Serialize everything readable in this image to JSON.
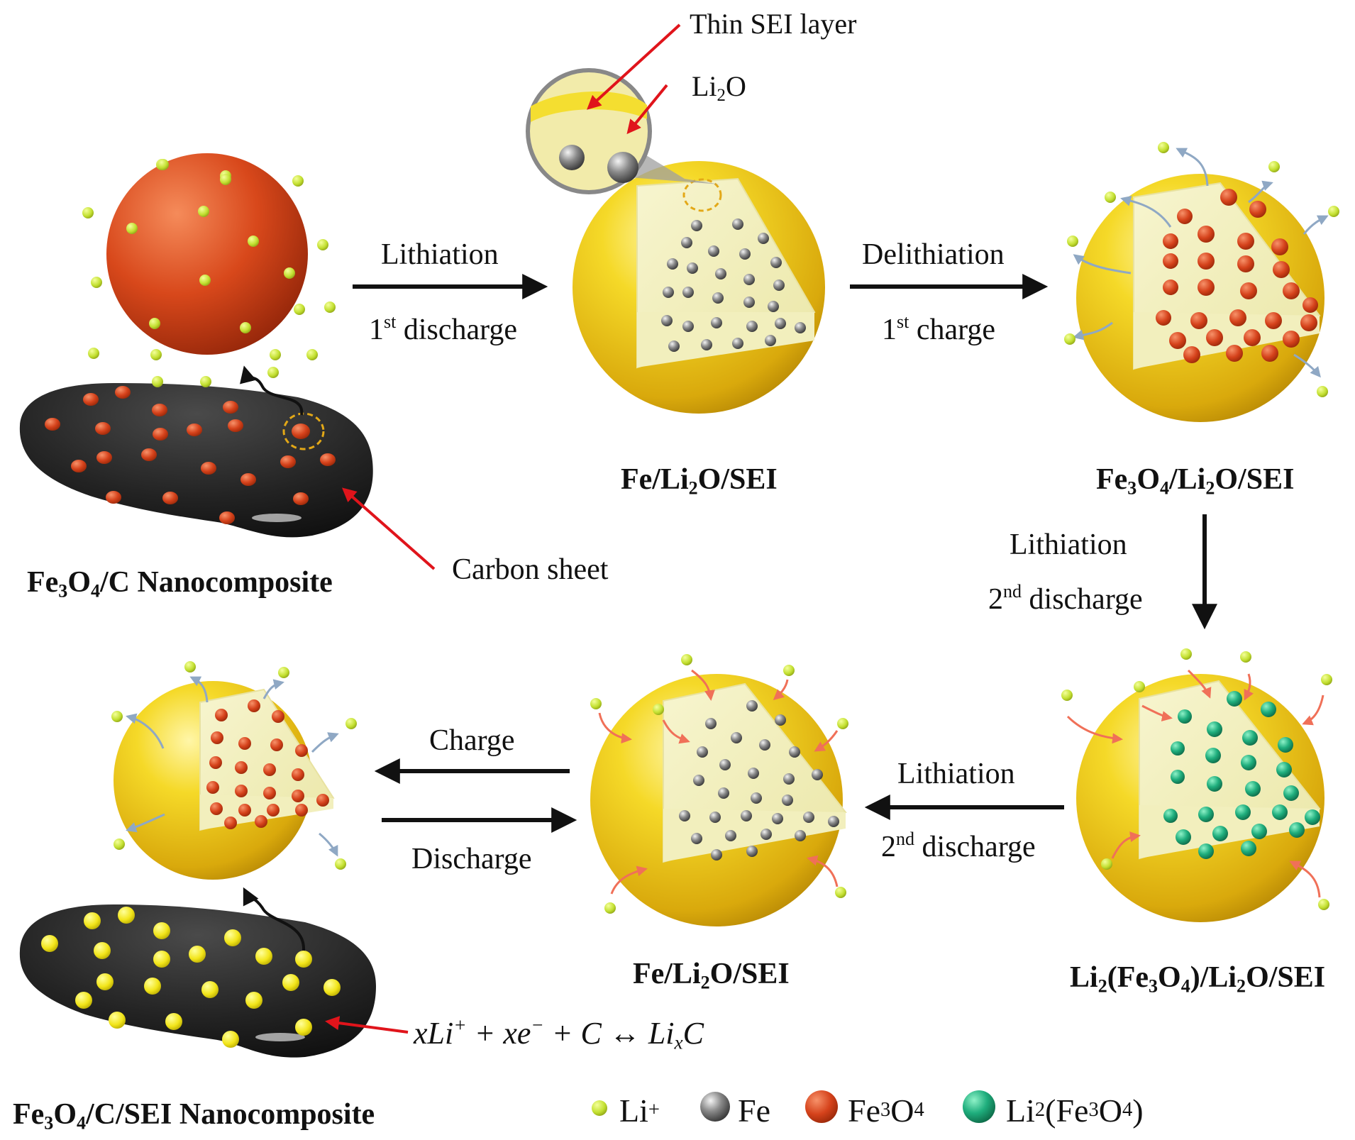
{
  "stage1": {
    "title_a": "Fe",
    "title_b": "3",
    "title_c": "O",
    "title_d": "4",
    "title_e": "/C Nanocomposite",
    "callout": "Carbon sheet"
  },
  "arrow1": {
    "top": "Lithiation",
    "bottom_a": "1",
    "bottom_b": "st",
    "bottom_c": " discharge"
  },
  "stage2": {
    "title_a": "Fe/Li",
    "title_b": "2",
    "title_c": "O/SEI",
    "zoom_label1": "Thin SEI layer",
    "zoom_label2_a": "Li",
    "zoom_label2_b": "2",
    "zoom_label2_c": "O"
  },
  "arrow2": {
    "top": "Delithiation",
    "bottom_a": "1",
    "bottom_b": "st",
    "bottom_c": " charge"
  },
  "stage3": {
    "title_a": "Fe",
    "title_b": "3",
    "title_c": "O",
    "title_d": "4",
    "title_e": "/Li",
    "title_f": "2",
    "title_g": "O/SEI"
  },
  "arrow3": {
    "top": "Lithiation",
    "bottom_a": "2",
    "bottom_b": "nd",
    "bottom_c": " discharge"
  },
  "stage4": {
    "title_a": "Li",
    "title_b": "2",
    "title_c": "(Fe",
    "title_d": "3",
    "title_e": "O",
    "title_f": "4",
    "title_g": ")/Li",
    "title_h": "2",
    "title_i": "O/SEI"
  },
  "arrow4": {
    "top": "Lithiation",
    "bottom_a": "2",
    "bottom_b": "nd",
    "bottom_c": " discharge"
  },
  "stage5": {
    "title_a": "Fe/Li",
    "title_b": "2",
    "title_c": "O/SEI"
  },
  "arrow5": {
    "top": "Charge",
    "bottom": "Discharge"
  },
  "stage6": {
    "title_a": "Fe",
    "title_b": "3",
    "title_c": "O",
    "title_d": "4",
    "title_e": "/C/SEI Nanocomposite"
  },
  "equation": {
    "a": "xLi",
    "b": "+",
    "c": " + xe",
    "d": "−",
    "e": " + C ↔ Li",
    "f": "x",
    "g": "C"
  },
  "legend": {
    "li_a": "Li",
    "li_b": "+",
    "fe": "Fe",
    "fe3o4_a": "Fe",
    "fe3o4_b": "3",
    "fe3o4_c": "O",
    "fe3o4_d": "4",
    "lifeo_a": "Li",
    "lifeo_b": "2",
    "lifeo_c": "(Fe",
    "lifeo_d": "3",
    "lifeo_e": "O",
    "lifeo_f": "4",
    "lifeo_g": ")"
  },
  "colors": {
    "yellow_shell": "#f2d21c",
    "cream": "#f5f3c8",
    "fe3o4": "#d9481e",
    "fe": "#6a6a6a",
    "li2feo": "#1fae7d",
    "li_ion": "#c8e43a",
    "carbon": "#2b2b2b",
    "callout_red": "#e0141b",
    "flow_blue": "#8fa8c4",
    "flow_salmon": "#f07058"
  }
}
